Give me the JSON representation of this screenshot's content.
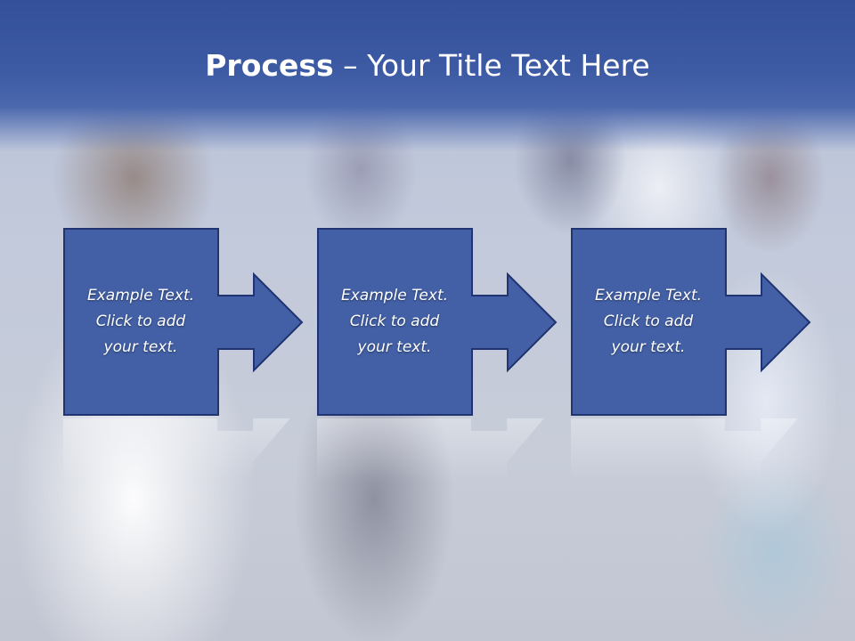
{
  "slide": {
    "title_bold": "Process",
    "title_separator": " – ",
    "title_rest": "Your Title Text Here"
  },
  "steps": [
    {
      "line1": "Example Text.",
      "line2": "Click  to add",
      "line3": "your text."
    },
    {
      "line1": "Example Text.",
      "line2": "Click  to add",
      "line3": "your text."
    },
    {
      "line1": "Example Text.",
      "line2": "Click  to add",
      "line3": "your text."
    }
  ],
  "colors": {
    "header": "#3c5aa3",
    "box_fill": "#4360a6",
    "box_border": "#1f3470",
    "text": "#ffffff"
  }
}
